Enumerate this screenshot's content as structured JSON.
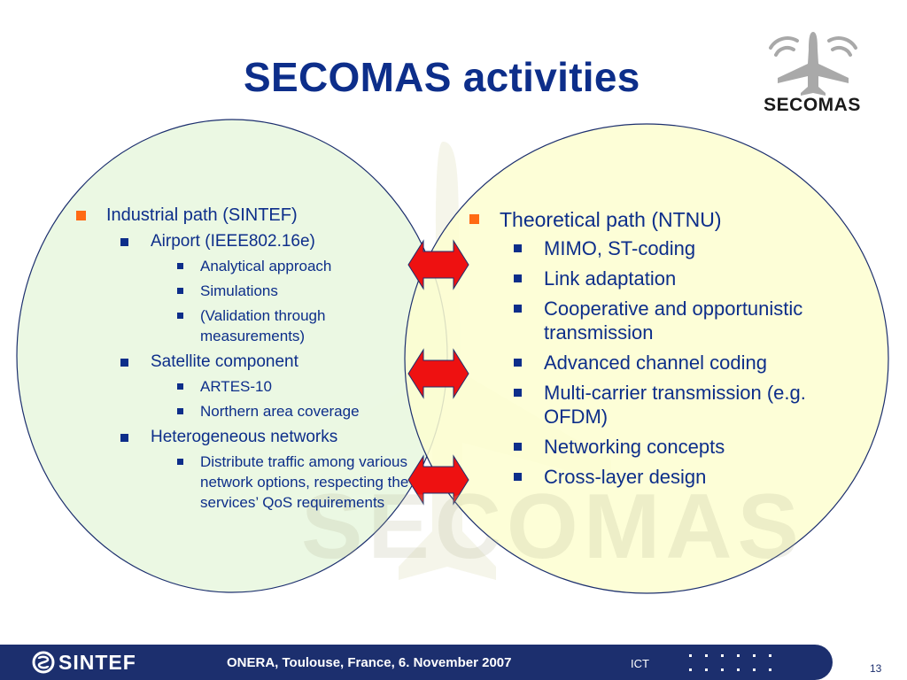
{
  "slide": {
    "title": "SECOMAS activities",
    "logo_text": "SECOMAS",
    "watermark_text": "SECOMAS"
  },
  "left_panel": {
    "heading": "Industrial path (SINTEF)",
    "items": [
      {
        "label": "Airport (IEEE802.16e)",
        "subitems": [
          "Analytical approach",
          "Simulations",
          "(Validation through measurements)"
        ]
      },
      {
        "label": "Satellite component",
        "subitems": [
          "ARTES-10",
          "Northern area coverage"
        ]
      },
      {
        "label": "Heterogeneous networks",
        "subitems": [
          "Distribute traffic among various network options, respecting the services’ QoS requirements"
        ]
      }
    ]
  },
  "right_panel": {
    "heading": "Theoretical path (NTNU)",
    "items": [
      "MIMO, ST-coding",
      "Link adaptation",
      "Cooperative and opportunistic transmission",
      "Advanced channel coding",
      "Multi-carrier transmission (e.g. OFDM)",
      "Networking concepts",
      "Cross-layer design"
    ]
  },
  "footer": {
    "org_logo_text": "SINTEF",
    "event": "ONERA, Toulouse, France, 6. November 2007",
    "department": "ICT",
    "page_number": "13"
  },
  "colors": {
    "title": "#0d2e8a",
    "text": "#0d2e8a",
    "bullet_level1": "#ff6a14",
    "left_circle_fill": "#e9f7e1",
    "right_circle_fill": "#fdfed0",
    "arrow": "#ee1111",
    "footer_bar": "#1c2f6e"
  },
  "icons": {
    "logo": "airplane-with-signal-waves-icon",
    "arrows": "double-headed-arrow-icon",
    "footer_logo": "sintef-logo-icon"
  }
}
